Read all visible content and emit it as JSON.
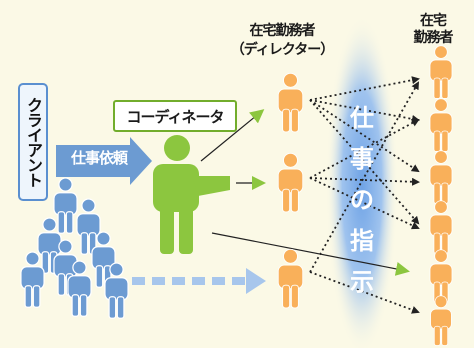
{
  "client": {
    "label": "クライアント"
  },
  "request": {
    "label": "仕事依頼"
  },
  "coordinator": {
    "label": "コーディネータ"
  },
  "director": {
    "line1": "在宅勤務者",
    "line2": "（ディレクター）"
  },
  "remote_workers": {
    "line1": "在宅",
    "line2": "勤務者"
  },
  "instruction": {
    "chars": [
      "仕",
      "事",
      "の",
      "指",
      "示"
    ]
  },
  "colors": {
    "client_blue": "#6c9bd2",
    "coordinator_green": "#8cc63f",
    "worker_orange": "#f9b05a",
    "arrow_green": "#8cc63f",
    "dashed_blue": "#a7c6ec",
    "oval_blue": "#8fb8ea"
  }
}
